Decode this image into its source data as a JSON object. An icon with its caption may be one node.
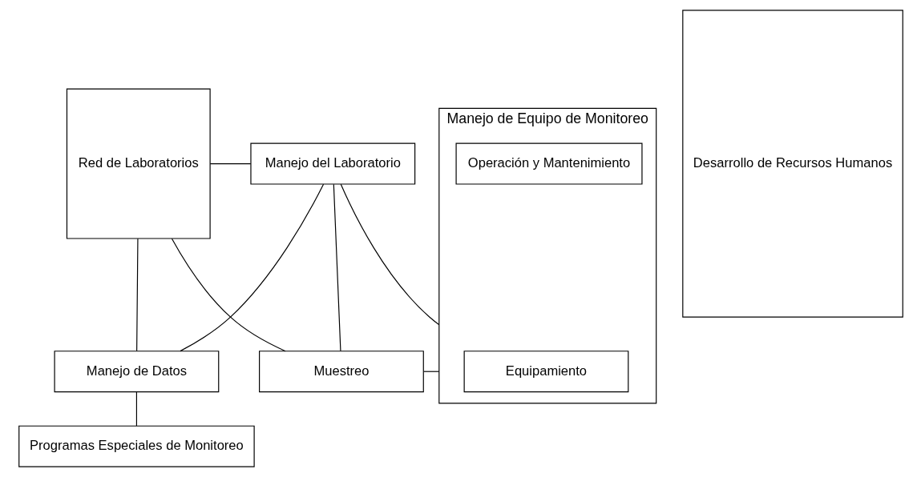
{
  "diagram": {
    "nodes": [
      {
        "text": [
          "Red de Laboratorios"
        ]
      },
      {
        "text": [
          "Muestreo"
        ]
      },
      {
        "text": [
          "Manejo del Laboratorio"
        ]
      },
      {
        "text": [
          "Manejo de Datos"
        ]
      },
      {
        "text": [
          "Programas Especiales de Monitoreo"
        ]
      },
      {
        "text": [
          "Manejo de Equipo de Monitoreo"
        ]
      },
      {
        "text": [
          "Equipamiento"
        ],
        "in": 5
      },
      {
        "text": [
          "Operación y Mantenimiento"
        ],
        "in": 5
      },
      {
        "text": [
          "Desarrollo de Recursos Humanos"
        ]
      }
    ],
    "edges": [
      {
        "from": 0,
        "to": 1,
        "arrow": "none"
      },
      {
        "from": 0,
        "to": 2,
        "arrow": "none"
      },
      {
        "from": 0,
        "to": 3,
        "arrow": "none"
      },
      {
        "from": 1,
        "to": 2,
        "arrow": "none"
      },
      {
        "from": 2,
        "to": 3,
        "arrow": "none"
      },
      {
        "from": 3,
        "to": 4,
        "arrow": "none"
      },
      {
        "from": 1,
        "to": 5,
        "arrow": "none"
      },
      {
        "from": 2,
        "to": 5,
        "arrow": "none"
      }
    ]
  }
}
